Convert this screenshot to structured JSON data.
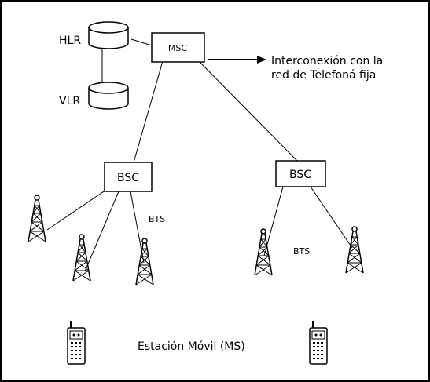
{
  "nodes": {
    "hlr": "HLR",
    "vlr": "VLR",
    "msc": "MSC",
    "bsc_left": "BSC",
    "bsc_right": "BSC",
    "bts_left": "BTS",
    "bts_right": "BTS"
  },
  "interconnect": {
    "line1": "Interconexión con la",
    "line2": "red de Telefoná fija"
  },
  "mobile_station": "Estación Móvil (MS)"
}
